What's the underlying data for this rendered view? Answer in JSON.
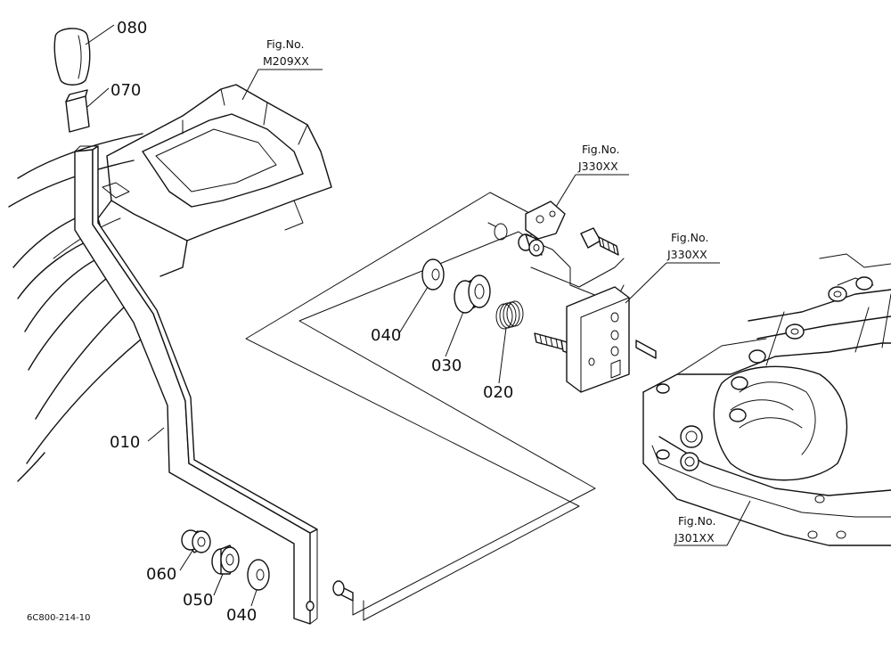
{
  "callouts": {
    "c080": "080",
    "c070": "070",
    "c010": "010",
    "c040a": "040",
    "c030": "030",
    "c020": "020",
    "c060": "060",
    "c050": "050",
    "c040b": "040"
  },
  "fig_refs": {
    "m209": {
      "label": "Fig.No.",
      "number": "M209XX"
    },
    "j330a": {
      "label": "Fig.No.",
      "number": "J330XX"
    },
    "j330b": {
      "label": "Fig.No.",
      "number": "J330XX"
    },
    "j301": {
      "label": "Fig.No.",
      "number": "J301XX"
    }
  },
  "drawing_code": "6C800-214-10"
}
